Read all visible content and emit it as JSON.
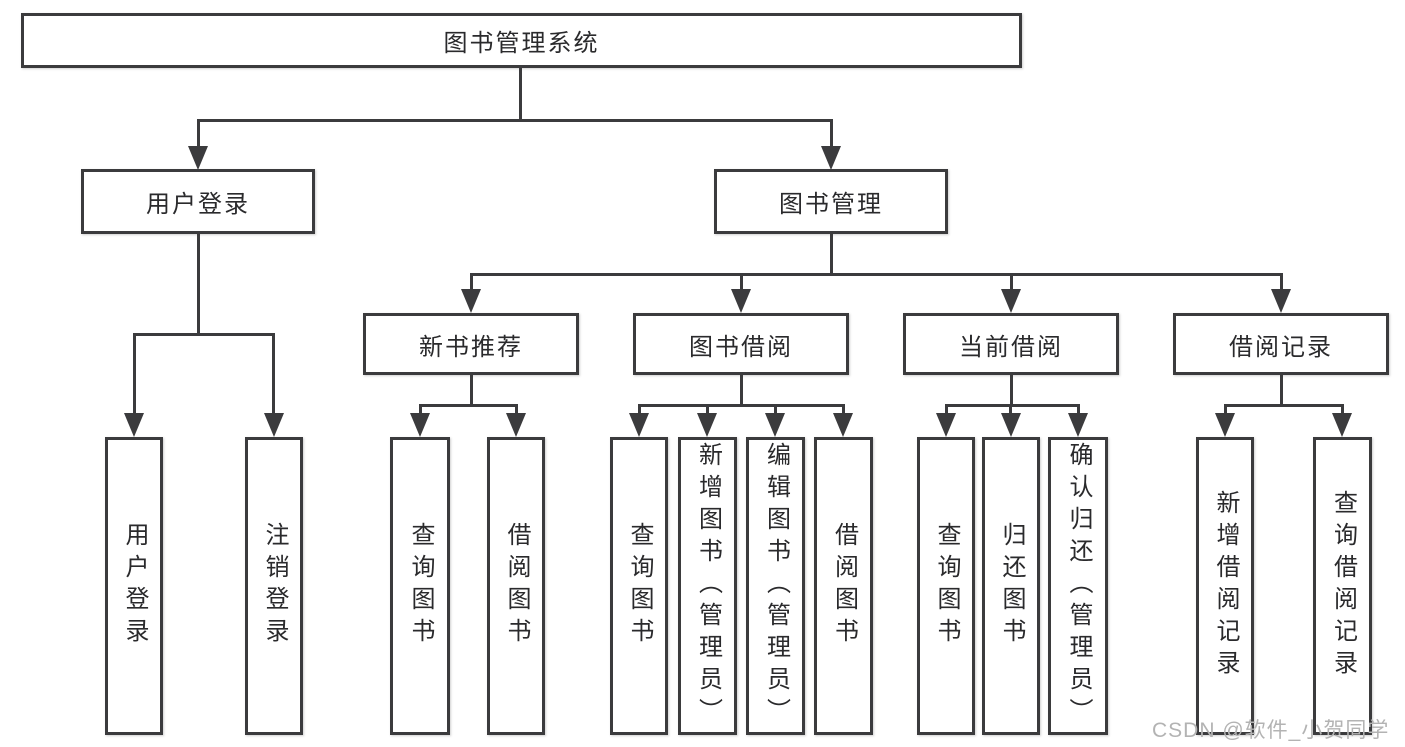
{
  "diagram": {
    "title": "图书管理系统",
    "root": {
      "label": "图书管理系统"
    },
    "user_login_branch": {
      "label": "用户登录",
      "children": [
        {
          "label": "用户登录"
        },
        {
          "label": "注销登录"
        }
      ]
    },
    "book_mgmt_branch": {
      "label": "图书管理",
      "sections": [
        {
          "label": "新书推荐",
          "children": [
            {
              "label": "查询图书"
            },
            {
              "label": "借阅图书"
            }
          ]
        },
        {
          "label": "图书借阅",
          "children": [
            {
              "label": "查询图书"
            },
            {
              "label": "新增图书（管理员）"
            },
            {
              "label": "编辑图书（管理员）"
            },
            {
              "label": "借阅图书"
            }
          ]
        },
        {
          "label": "当前借阅",
          "children": [
            {
              "label": "查询图书"
            },
            {
              "label": "归还图书"
            },
            {
              "label": "确认归还（管理员）"
            }
          ]
        },
        {
          "label": "借阅记录",
          "children": [
            {
              "label": "新增借阅记录"
            },
            {
              "label": "查询借阅记录"
            }
          ]
        }
      ]
    }
  },
  "watermark": {
    "text": "CSDN @软件_小贺同学"
  },
  "colors": {
    "line": "#3b3b3d",
    "text": "#2a2a2c",
    "watermark": "#b3b3b3",
    "background": "#ffffff"
  }
}
